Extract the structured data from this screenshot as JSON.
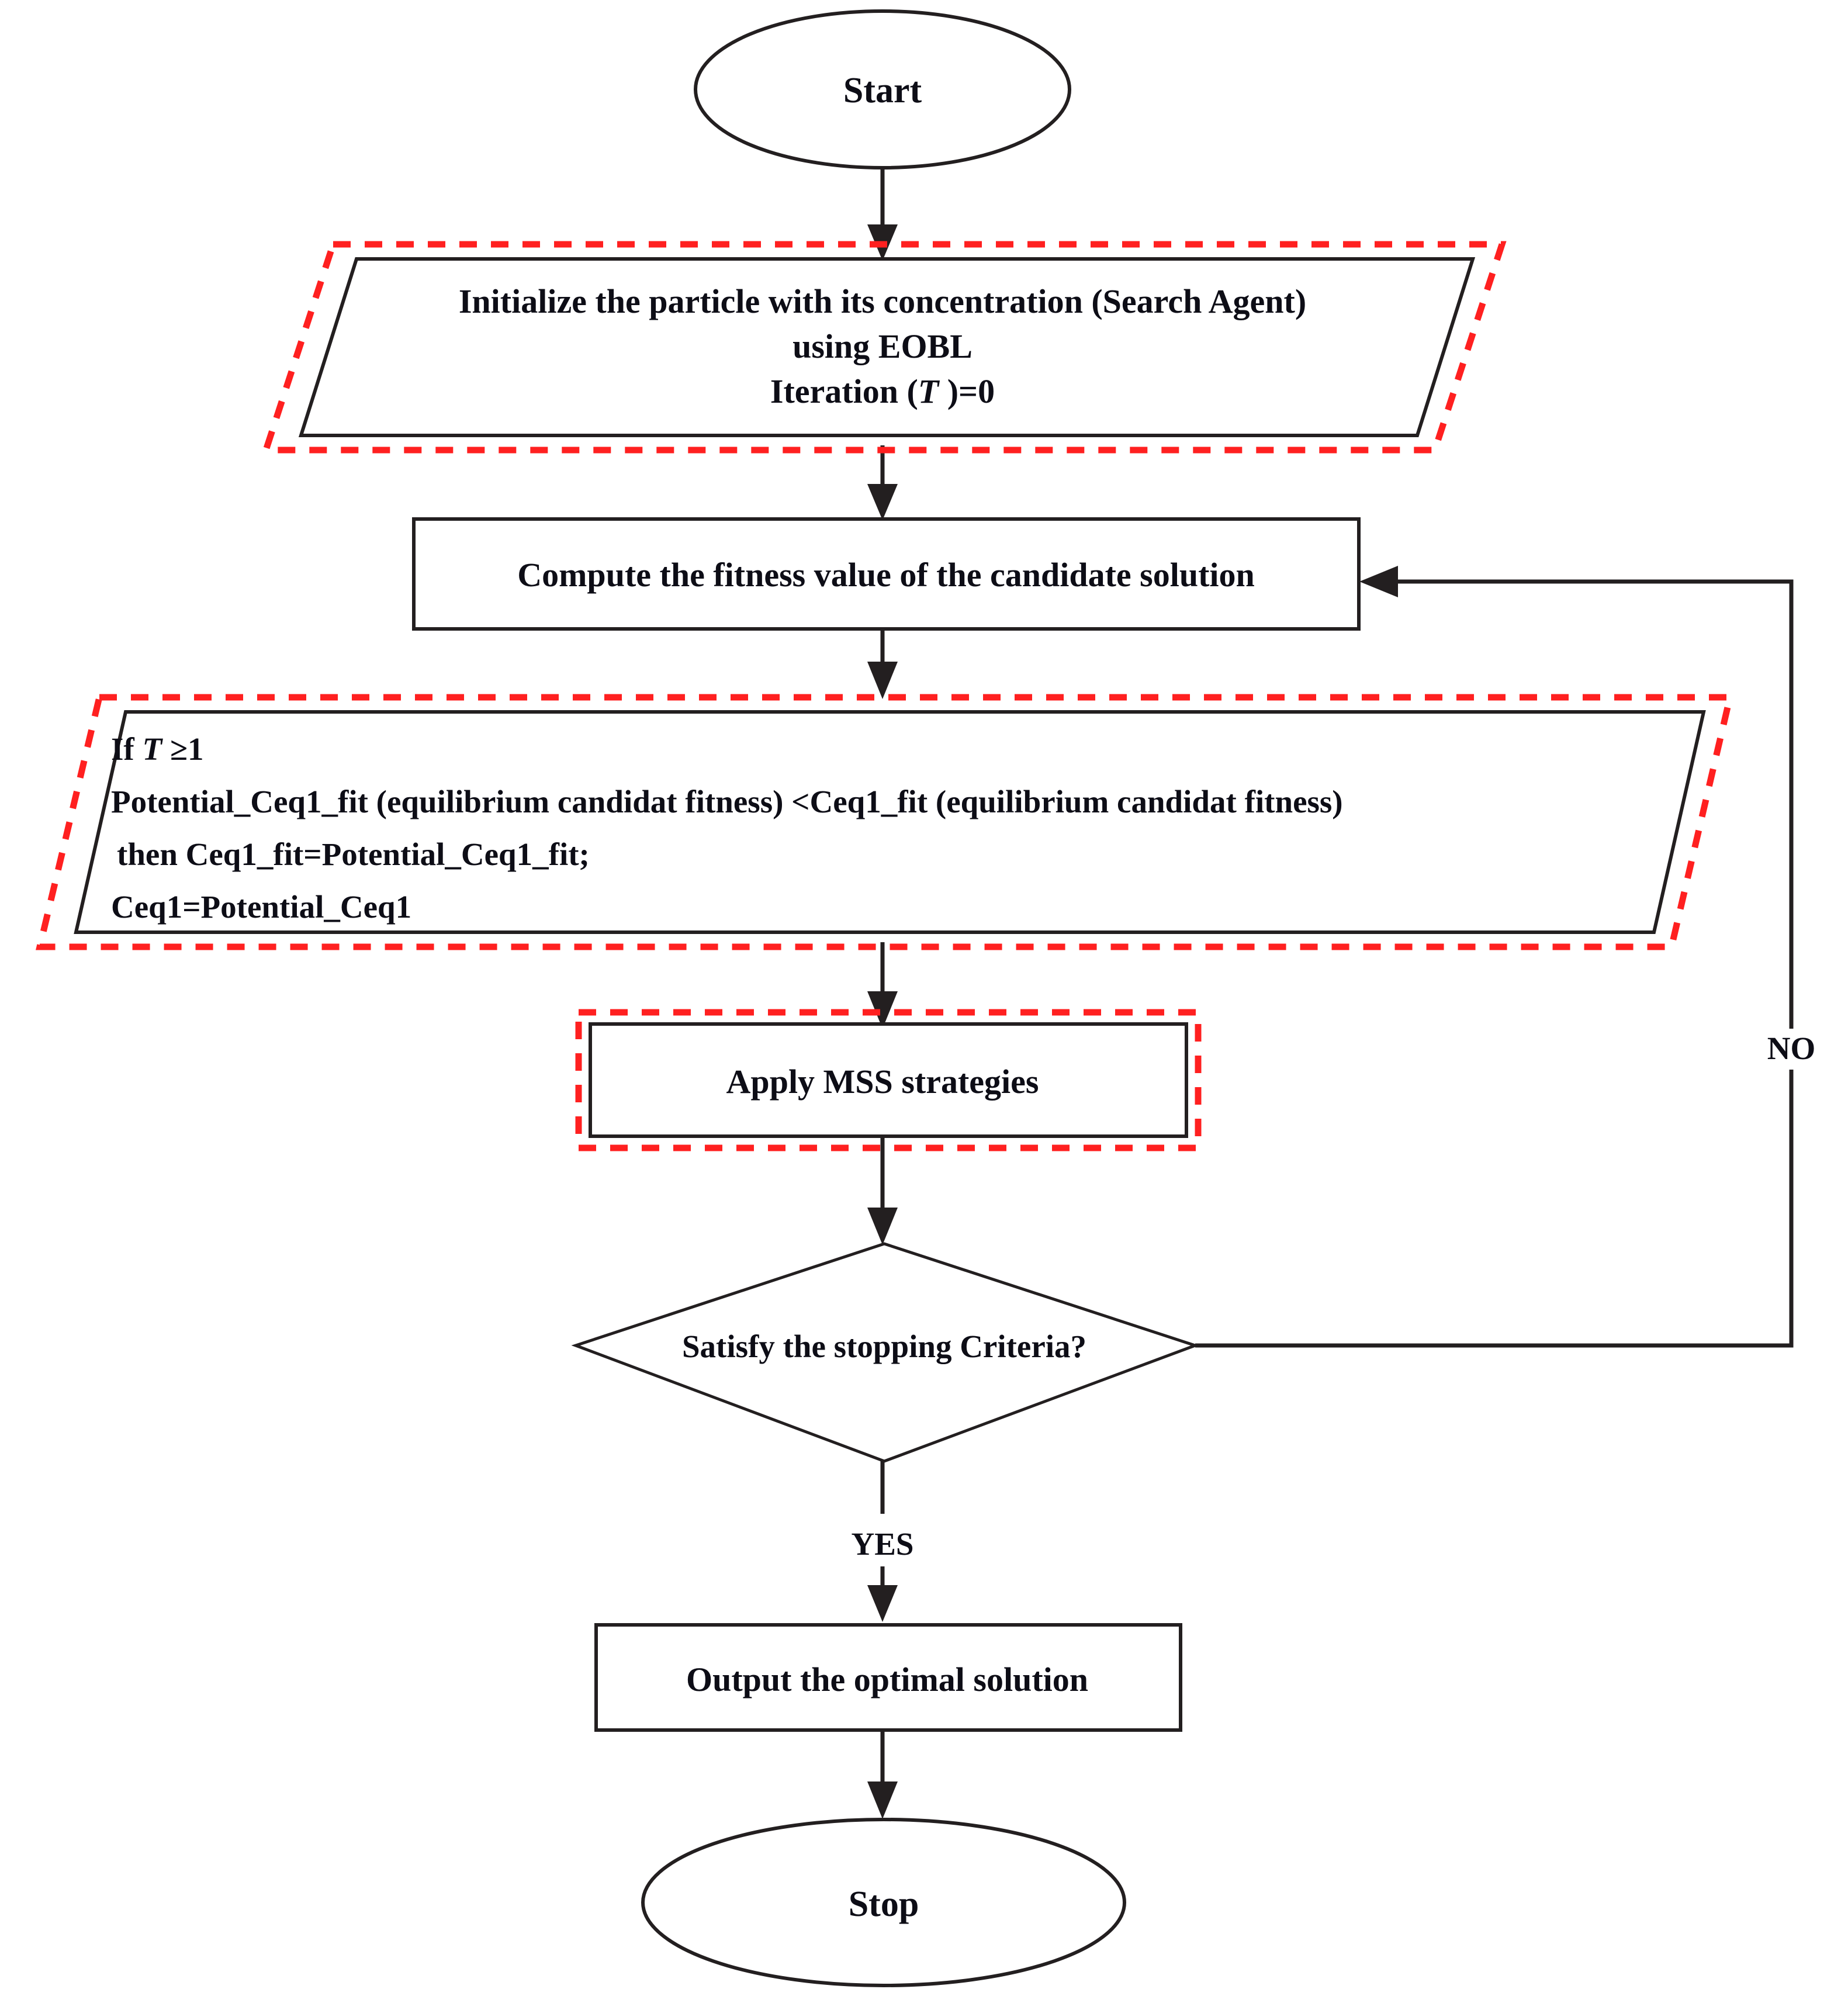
{
  "diagram": {
    "title": "Flowchart of the proposed algorithm",
    "colors": {
      "shape_stroke": "#231f20",
      "highlight_dashed": "#ff2020",
      "text": "#0d0d16",
      "background": "#ffffff"
    },
    "nodes": [
      {
        "id": "start",
        "type": "terminator",
        "shape": "ellipse",
        "label": "Start",
        "highlighted": false
      },
      {
        "id": "initialize",
        "type": "input-output",
        "shape": "parallelogram",
        "highlighted": true,
        "lines": [
          "Initialize the particle with its concentration (Search Agent)",
          "using EOBL",
          "Iteration (T )=0"
        ],
        "line3_parts": {
          "before": "Iteration (",
          "italic": "T",
          "after": " )=0"
        }
      },
      {
        "id": "compute-fitness",
        "type": "process",
        "shape": "rectangle",
        "highlighted": false,
        "label": "Compute the fitness value of the candidate solution"
      },
      {
        "id": "update-equilibrium",
        "type": "input-output",
        "shape": "parallelogram",
        "highlighted": true,
        "lines": [
          "If T ≥1",
          "Potential_Ceq1_fit (equilibrium candidat fitness) <Ceq1_fit (equilibrium candidat fitness)",
          "then Ceq1_fit=Potential_Ceq1_fit;",
          "Ceq1=Potential_Ceq1"
        ],
        "line1_parts": {
          "before": "If ",
          "italic": "T",
          "after": " ≥1"
        }
      },
      {
        "id": "apply-mss",
        "type": "process",
        "shape": "rectangle",
        "highlighted": true,
        "label": "Apply MSS strategies"
      },
      {
        "id": "stopping-criteria",
        "type": "decision",
        "shape": "diamond",
        "highlighted": false,
        "label": "Satisfy the stopping Criteria?"
      },
      {
        "id": "output-solution",
        "type": "process",
        "shape": "rectangle",
        "highlighted": false,
        "label": "Output the optimal solution"
      },
      {
        "id": "stop",
        "type": "terminator",
        "shape": "ellipse",
        "label": "Stop",
        "highlighted": false
      }
    ],
    "edges": [
      {
        "id": "e1",
        "from": "start",
        "to": "initialize",
        "label": ""
      },
      {
        "id": "e2",
        "from": "initialize",
        "to": "compute-fitness",
        "label": ""
      },
      {
        "id": "e3",
        "from": "compute-fitness",
        "to": "update-equilibrium",
        "label": ""
      },
      {
        "id": "e4",
        "from": "update-equilibrium",
        "to": "apply-mss",
        "label": ""
      },
      {
        "id": "e5",
        "from": "apply-mss",
        "to": "stopping-criteria",
        "label": ""
      },
      {
        "id": "e6",
        "from": "stopping-criteria",
        "to": "compute-fitness",
        "label": "NO"
      },
      {
        "id": "e7",
        "from": "stopping-criteria",
        "to": "output-solution",
        "label": "YES"
      },
      {
        "id": "e8",
        "from": "output-solution",
        "to": "stop",
        "label": ""
      }
    ],
    "edge_labels": {
      "no": "NO",
      "yes": "YES"
    }
  }
}
